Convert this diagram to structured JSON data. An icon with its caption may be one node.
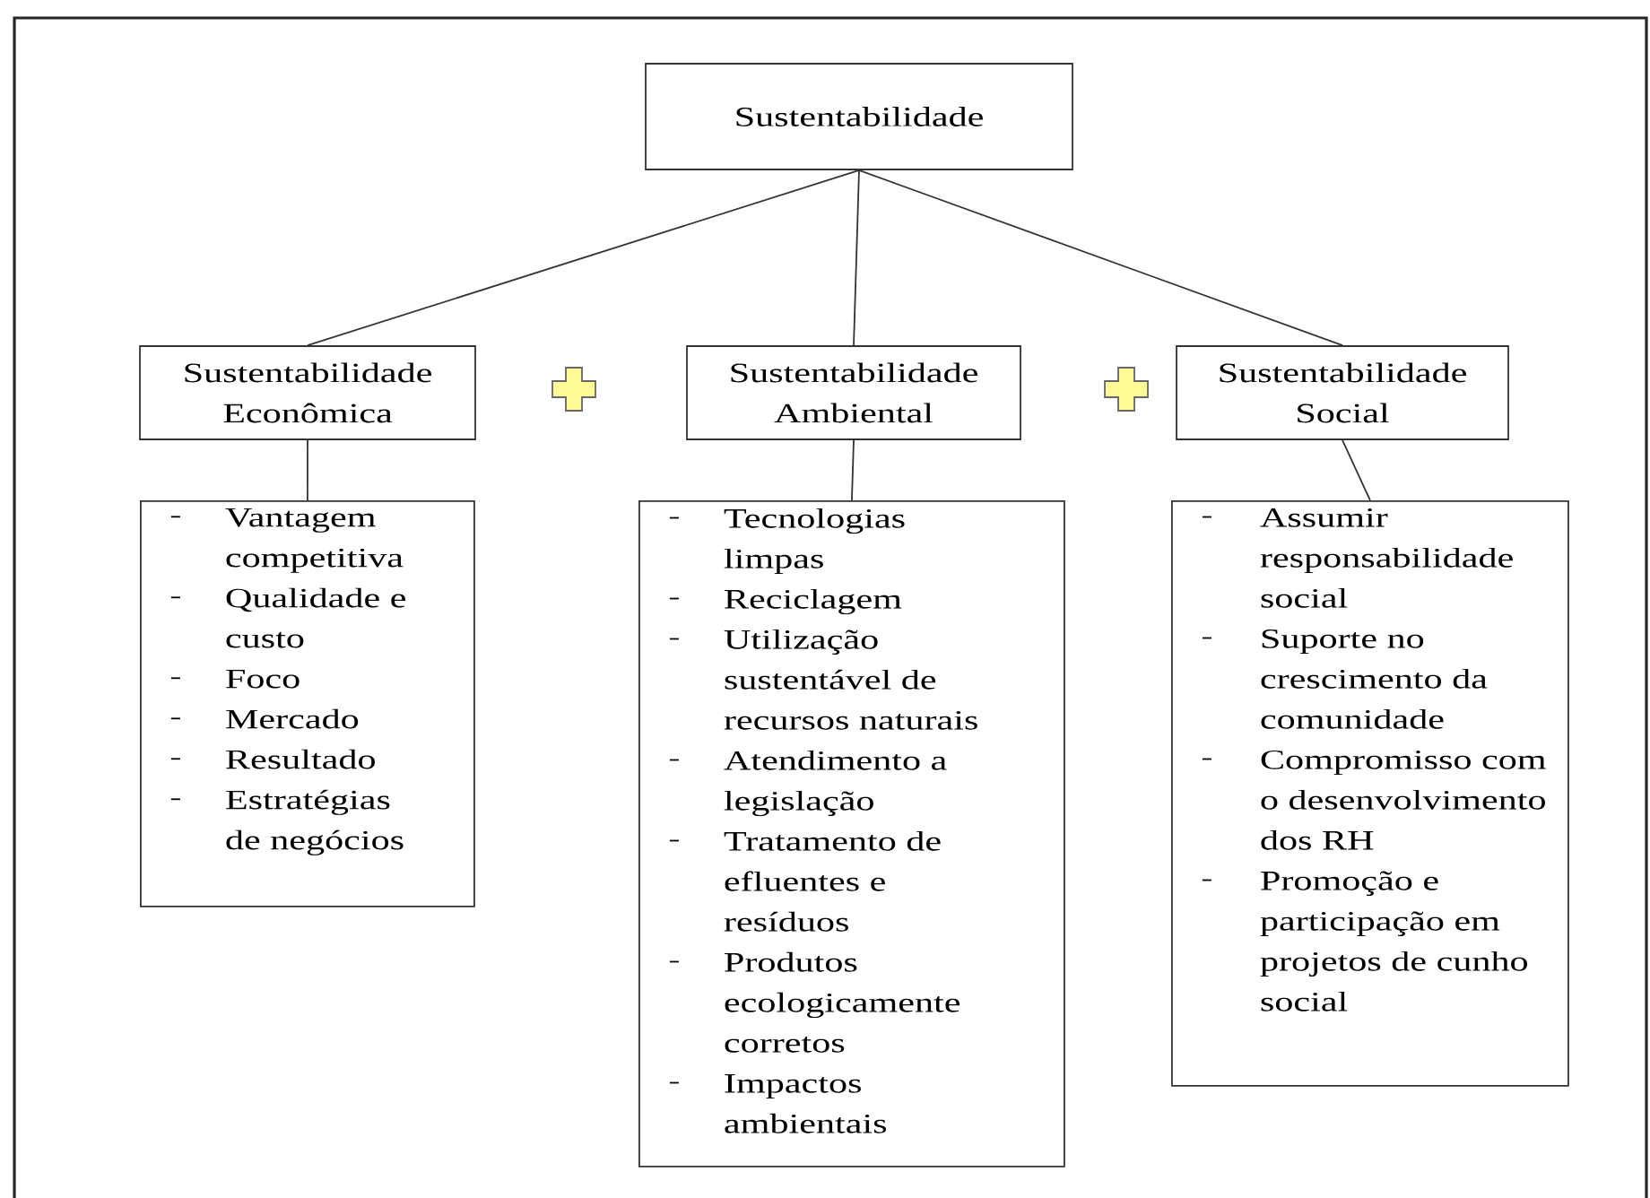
{
  "diagram": {
    "nodes": [
      {
        "text": [
          "Sustentabilidade"
        ]
      },
      {
        "text": [
          "Sustentabilidade Econômica"
        ]
      },
      {
        "text": [
          "Sustentabilidade Ambiental"
        ]
      },
      {
        "text": [
          "Sustentabilidade Social"
        ]
      },
      {
        "text": [
          "Vantagem competitiva",
          "Qualidade e custo",
          "Foco",
          "Mercado",
          "Resultado",
          "Estratégias de negócios"
        ]
      },
      {
        "text": [
          "Tecnologias limpas",
          "Reciclagem",
          "Utilização sustentável de recursos naturais",
          "Atendimento a legislação",
          "Tratamento de efluentes e resíduos",
          "Produtos ecologicamente corretos",
          "Impactos ambientais"
        ]
      },
      {
        "text": [
          "Assumir responsabilidade social",
          "Suporte no crescimento da comunidade",
          "Compromisso com o desenvolvimento dos RH",
          "Promoção e participação em projetos de cunho social"
        ]
      }
    ],
    "edges": [
      {
        "from": 0,
        "to": 1,
        "arrow": "none"
      },
      {
        "from": 0,
        "to": 2,
        "arrow": "none"
      },
      {
        "from": 0,
        "to": 3,
        "arrow": "none"
      },
      {
        "from": 1,
        "to": 4,
        "arrow": "none"
      },
      {
        "from": 2,
        "to": 5,
        "arrow": "none"
      },
      {
        "from": 3,
        "to": 6,
        "arrow": "none"
      }
    ]
  }
}
